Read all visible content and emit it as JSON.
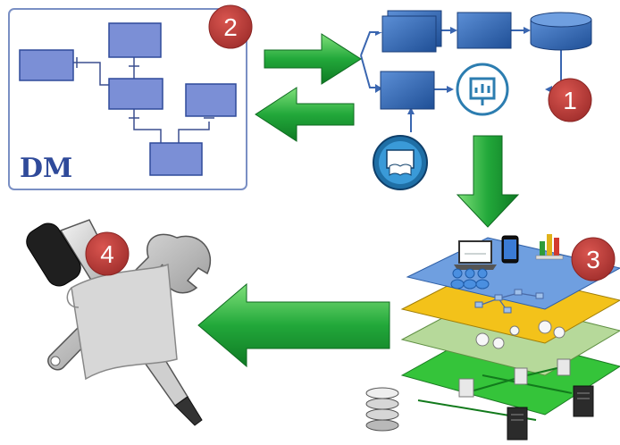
{
  "dm_panel": {
    "label": "DM"
  },
  "badges": [
    {
      "id": "badge-1",
      "label": "1"
    },
    {
      "id": "badge-2",
      "label": "2"
    },
    {
      "id": "badge-3",
      "label": "3"
    },
    {
      "id": "badge-4",
      "label": "4"
    }
  ],
  "colors": {
    "badge_fill": "#b83a3a",
    "arrow_green": "#1fa33a",
    "box_blue": "#3a66b0",
    "dm_border": "#7a8fc4",
    "entity_fill": "#7b8fd6",
    "layer_blue": "#6f9fe0",
    "layer_yellow": "#f3c21a",
    "layer_lightgreen": "#b6d99a",
    "layer_green": "#35c43a"
  },
  "icons": [
    "data-model-icon",
    "workflow-box-icon",
    "database-cylinder-icon",
    "analytics-chart-icon",
    "book-screen-icon",
    "laptop-icon",
    "phone-icon",
    "bar-chart-icon",
    "users-icon",
    "gears-icon",
    "server-icon",
    "database-stack-icon",
    "wrench-icon",
    "screwdriver-icon"
  ]
}
